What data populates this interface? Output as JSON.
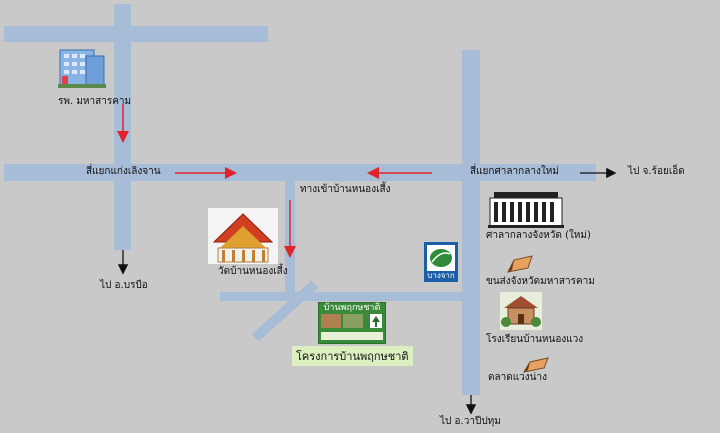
{
  "labels": {
    "hospital": "รพ. มหาสารคาม",
    "intersection_left": "สี่แยกแก่งเลิงจาน",
    "entrance": "ทางเข้าบ้านหนองเสี้ง",
    "intersection_right": "สี่แยกศาลากลางใหม่",
    "to_roiet": "ไป จ.ร้อยเอ็ด",
    "city_hall": "ศาลากลางจังหวัด (ใหม่)",
    "transport": "ขนส่งจังหวัดมหาสารคาม",
    "school": "โรงเรียนบ้านหนองแวง",
    "market": "ตลาดแวงน่าง",
    "temple": "วัดบ้านหนองเสี้ง",
    "to_borabue": "ไป อ.บรบือ",
    "to_wapi": "ไป อ.วาปีปทุม",
    "project": "โครงการบ้านพฤกษชาติ",
    "sign_title": "บ้านพฤกษชาติ",
    "logo_text": "บางจาก"
  },
  "colors": {
    "road": "#a7bcd6",
    "background": "#c9c9c9",
    "red_arrow": "#e0242a",
    "black_arrow": "#111111",
    "project_bg": "#dcefc0"
  },
  "icons": {
    "hospital": "hospital-building-icon",
    "temple": "temple-icon",
    "city_hall": "government-building-icon",
    "gas_station": "bangchak-gas-station-icon",
    "transport": "pencil-marker-icon",
    "school": "school-house-icon",
    "market": "pencil-marker-icon",
    "project": "project-sign-icon"
  }
}
